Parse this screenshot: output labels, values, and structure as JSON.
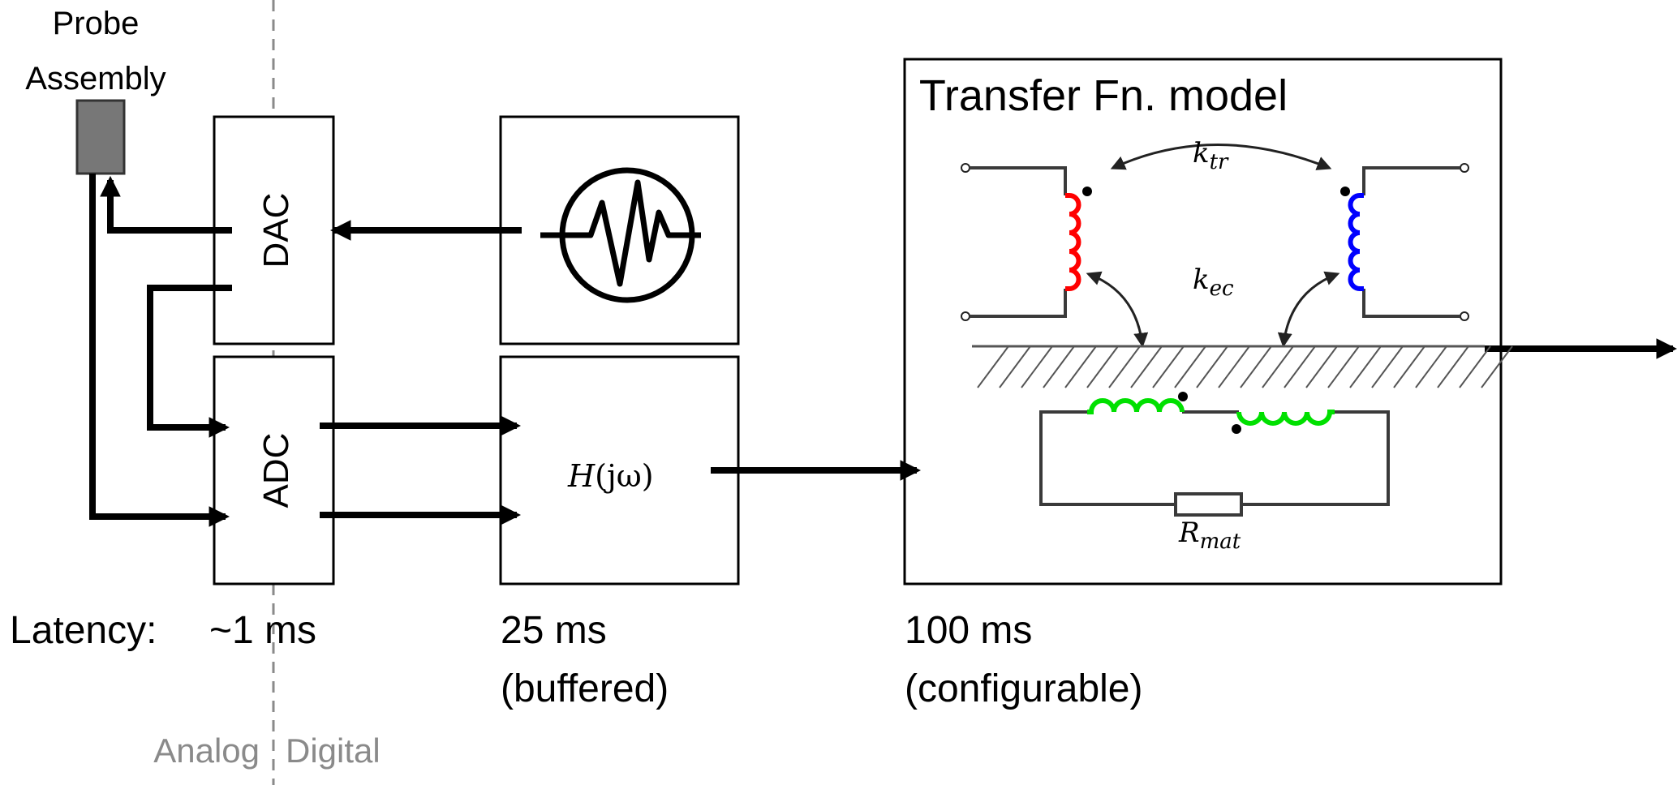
{
  "probe": {
    "label_line1": "Probe",
    "label_line2": "Assembly"
  },
  "blocks": {
    "dac": "DAC",
    "adc": "ADC",
    "filter": {
      "symbol": "H",
      "argument": "(jω)"
    },
    "model": {
      "title": "Transfer Fn. model"
    }
  },
  "model": {
    "k_tr": {
      "symbol": "k",
      "subscript": "tr"
    },
    "k_ec": {
      "symbol": "k",
      "subscript": "ec"
    },
    "r_mat": {
      "symbol": "R",
      "subscript": "mat"
    },
    "coil_colors": {
      "left": "#ff0000",
      "right": "#0000ff",
      "material": "#00e000"
    }
  },
  "latency": {
    "label": "Latency:",
    "analog_digital": "~1 ms",
    "filter_line1": "25 ms",
    "filter_line2": "(buffered)",
    "model_line1": "100 ms",
    "model_line2": "(configurable)"
  },
  "domains": {
    "analog": "Analog",
    "digital": "Digital"
  }
}
